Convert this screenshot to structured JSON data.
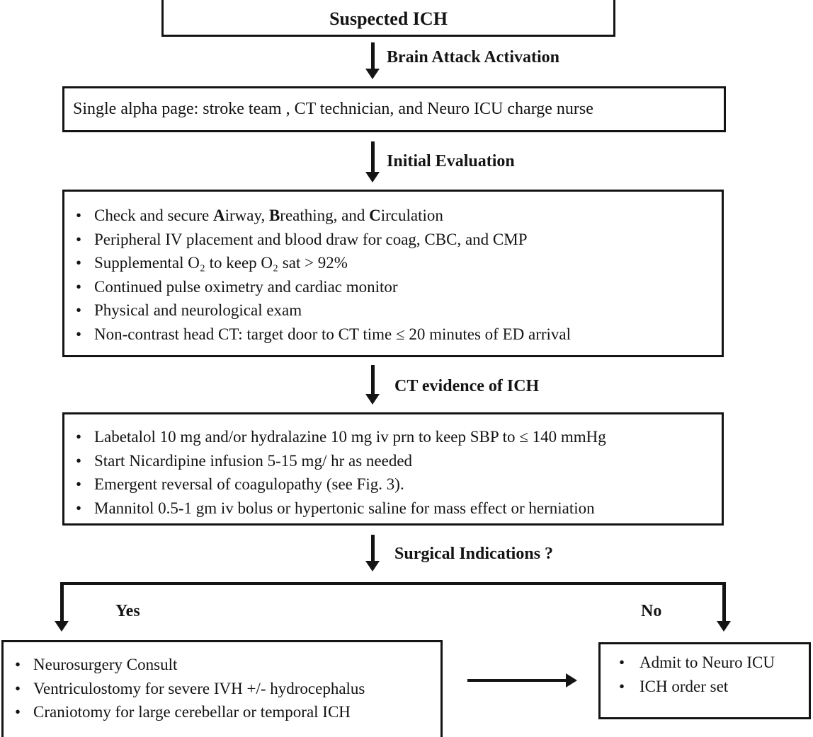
{
  "colors": {
    "ink": "#141414",
    "background": "#ffffff"
  },
  "nodes": {
    "suspected_ich": {
      "title": "Suspected ICH"
    },
    "alpha_page": {
      "text": "Single alpha page: stroke team , CT technician, and Neuro ICU charge nurse"
    },
    "initial_evaluation": {
      "bullets": [
        [
          {
            "t": "Check and secure "
          },
          {
            "t": "A",
            "b": true
          },
          {
            "t": "irway, "
          },
          {
            "t": "B",
            "b": true
          },
          {
            "t": "reathing, and "
          },
          {
            "t": "C",
            "b": true
          },
          {
            "t": "irculation"
          }
        ],
        "Peripheral IV placement and blood draw for coag, CBC,  and CMP",
        "Supplemental O₂ to keep O₂ sat > 92%",
        "Continued pulse oximetry and cardiac monitor",
        "Physical and neurological exam",
        "Non-contrast head CT: target  door to CT time ≤ 20 minutes of ED arrival"
      ]
    },
    "ct_management": {
      "bullets": [
        "Labetalol 10 mg and/or hydralazine 10 mg iv prn to keep SBP to ≤ 140 mmHg",
        "Start Nicardipine infusion 5-15 mg/ hr as needed",
        "Emergent reversal of coagulopathy (see Fig. 3).",
        "Mannitol 0.5-1 gm iv bolus or hypertonic saline for mass effect or herniation"
      ]
    },
    "surgical_yes": {
      "bullets": [
        "Neurosurgery Consult",
        "Ventriculostomy for severe IVH +/- hydrocephalus",
        "Craniotomy for large cerebellar or temporal ICH"
      ]
    },
    "surgical_no": {
      "bullets": [
        "Admit to Neuro ICU",
        "ICH order set"
      ]
    }
  },
  "arrow_labels": {
    "brain_attack": "Brain Attack Activation",
    "initial_evaluation": "Initial Evaluation",
    "ct_evidence": "CT evidence of ICH",
    "surgical_indications": "Surgical Indications ?",
    "yes": "Yes",
    "no": "No"
  }
}
